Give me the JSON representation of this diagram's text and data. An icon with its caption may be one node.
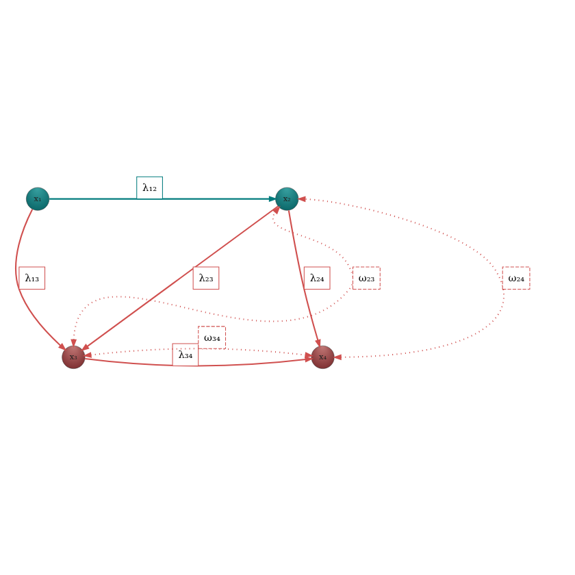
{
  "diagram": {
    "nodes": [
      {
        "text": [
          "x₁"
        ]
      },
      {
        "text": [
          "x₂"
        ]
      },
      {
        "text": [
          "x₃"
        ]
      },
      {
        "text": [
          "x₄"
        ]
      }
    ],
    "edges": [
      {
        "from": 0,
        "to": 1,
        "arrow": "to",
        "label": "λ₁₂",
        "color": "#007b7d"
      },
      {
        "from": 0,
        "to": 2,
        "arrow": "to",
        "label": "λ₁₃"
      },
      {
        "from": 1,
        "to": 2,
        "arrow": "to",
        "label": "λ₂₃"
      },
      {
        "from": 1,
        "to": 3,
        "arrow": "to",
        "label": "λ₂₄"
      },
      {
        "from": 2,
        "to": 3,
        "arrow": "to",
        "label": "λ₃₄"
      },
      {
        "from": 2,
        "to": 1,
        "arrow": "both",
        "label": "ω₂₃",
        "style": "dashed"
      },
      {
        "from": 3,
        "to": 1,
        "arrow": "both",
        "label": "ω₂₄",
        "style": "dashed"
      },
      {
        "from": 2,
        "to": 3,
        "arrow": "both",
        "label": "ω₃₄",
        "style": "dashed"
      }
    ]
  }
}
